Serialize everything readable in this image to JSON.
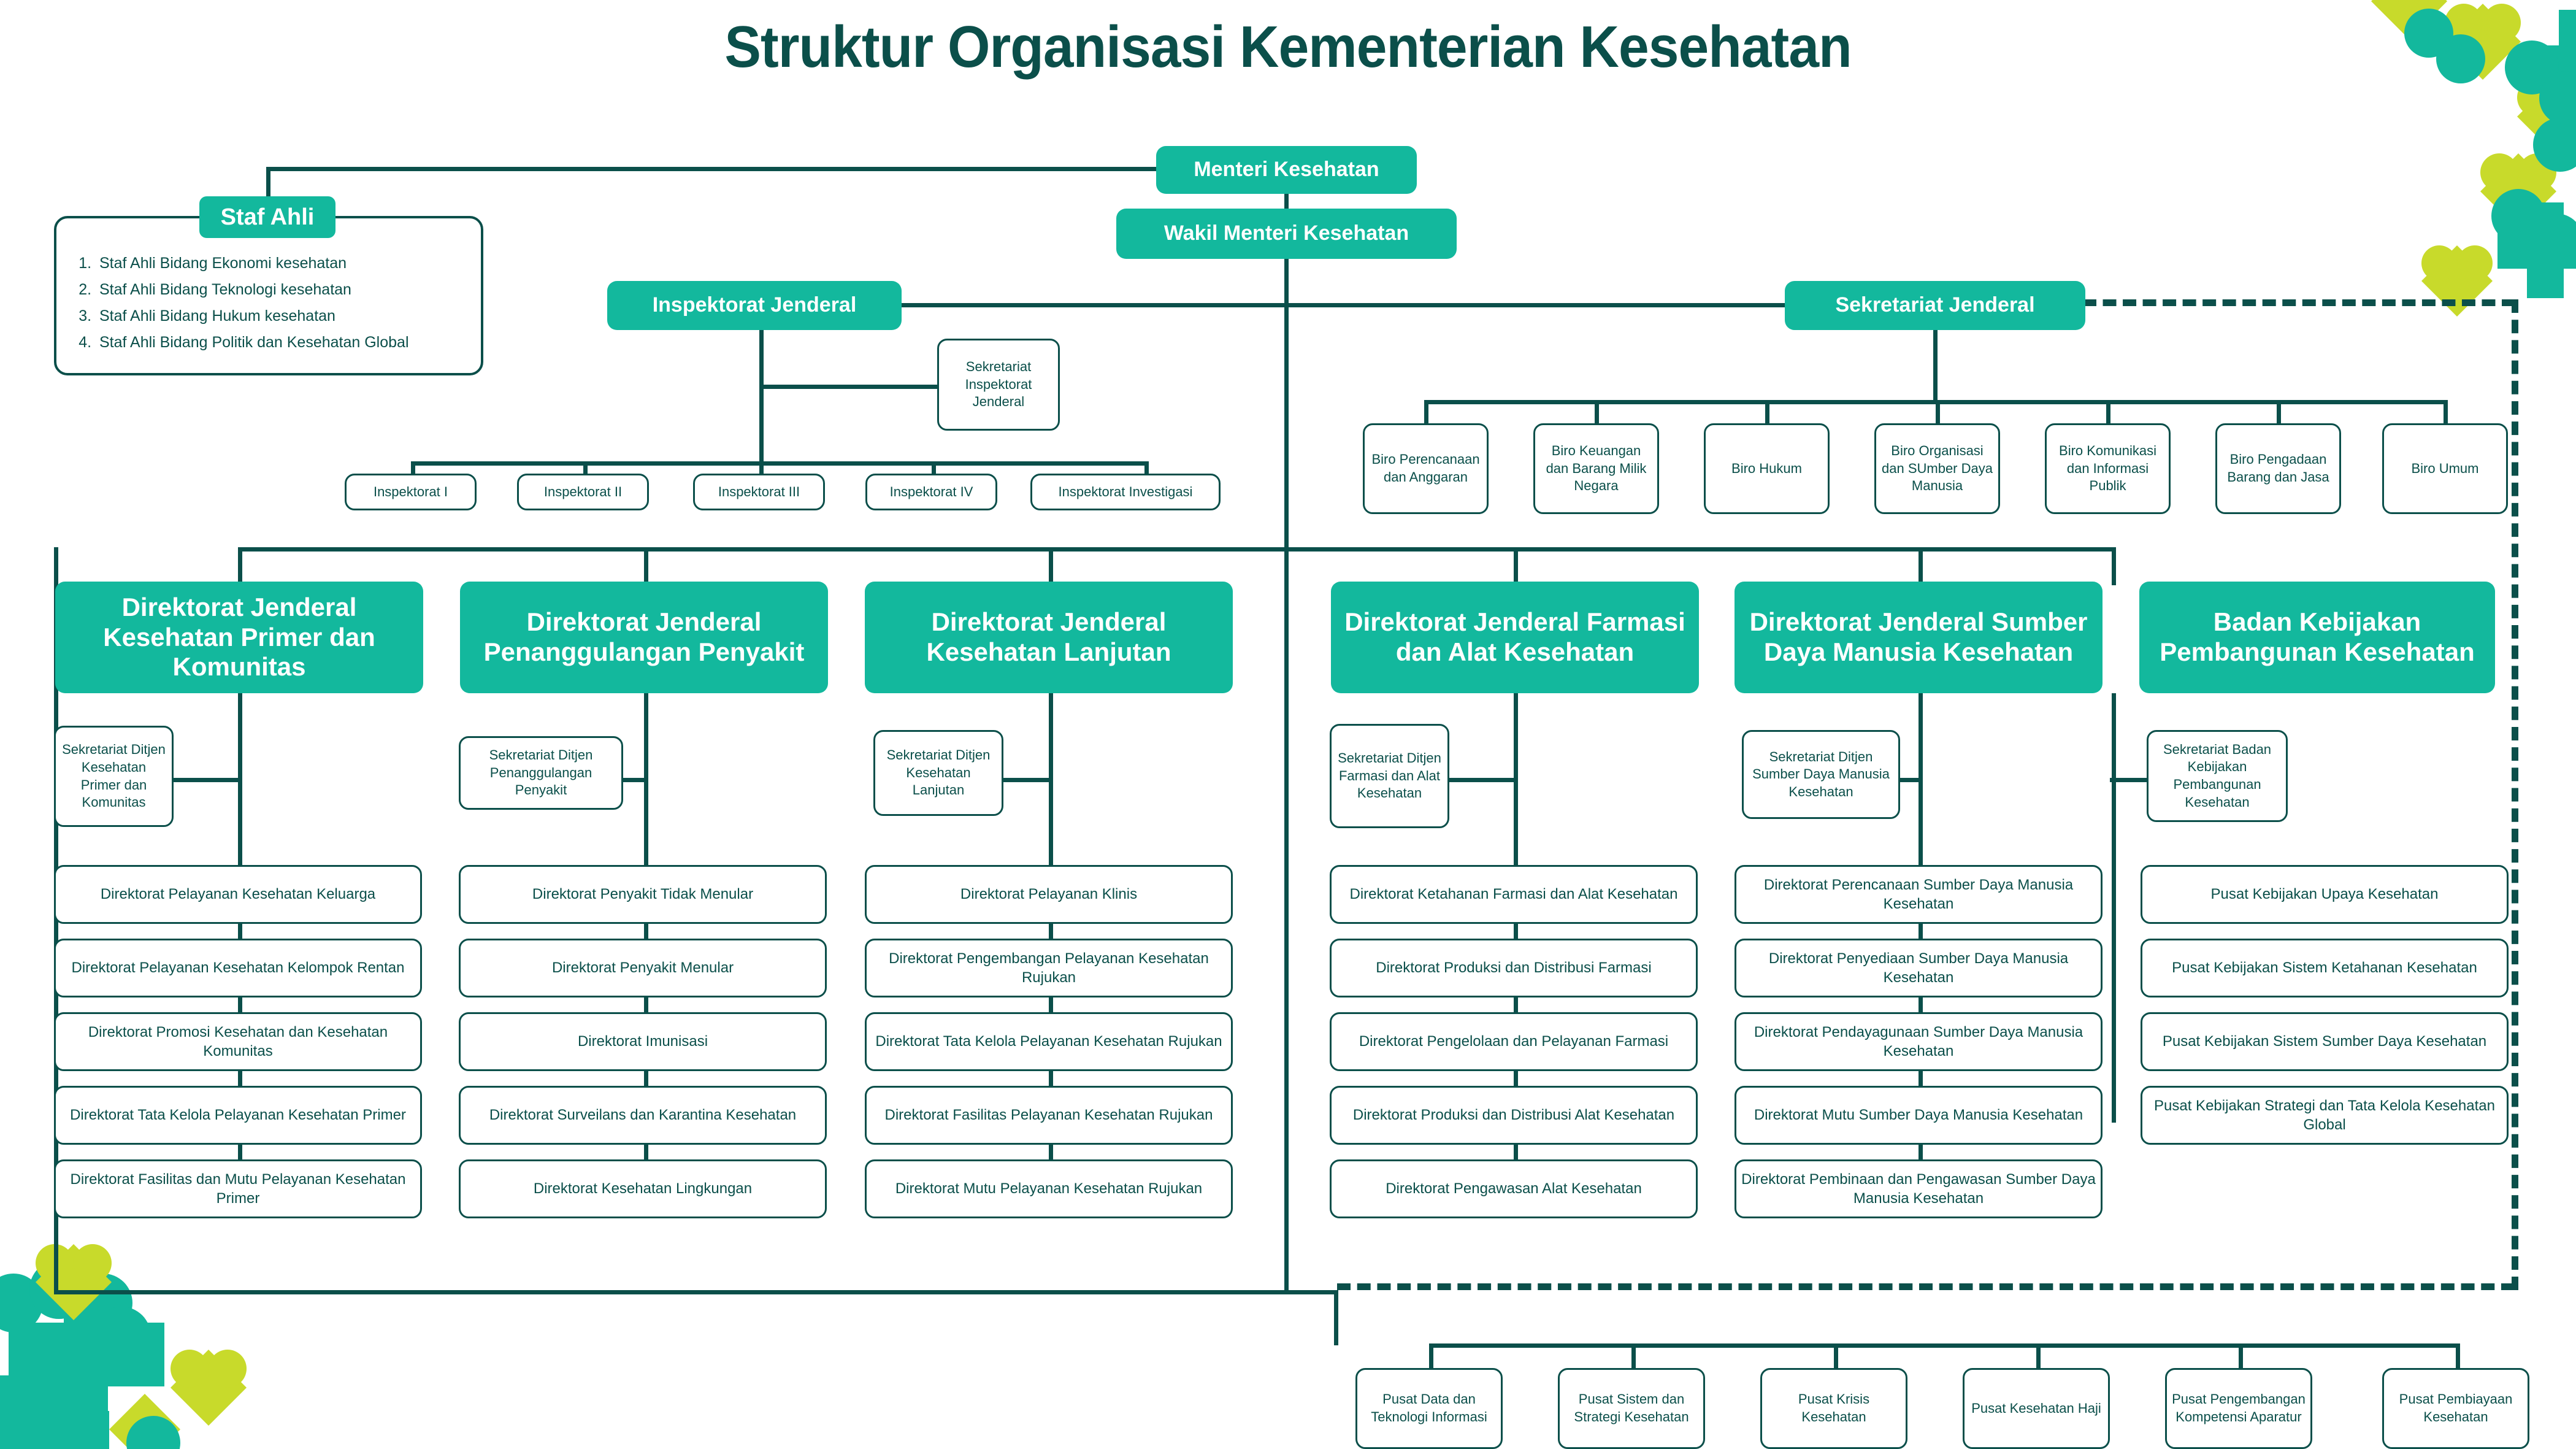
{
  "title": "Struktur Organisasi Kementerian Kesehatan",
  "colors": {
    "teal": "#13b89d",
    "dark_teal": "#0b4f4a",
    "lime": "#c8da2b",
    "white": "#ffffff"
  },
  "top": {
    "menteri": "Menteri Kesehatan",
    "wakil_menteri": "Wakil Menteri Kesehatan"
  },
  "staf_ahli": {
    "badge": "Staf Ahli",
    "items": [
      "Staf Ahli Bidang Ekonomi kesehatan",
      "Staf Ahli Bidang Teknologi kesehatan",
      "Staf Ahli Bidang Hukum kesehatan",
      "Staf Ahli Bidang Politik dan Kesehatan Global"
    ]
  },
  "inspektorat_jenderal": {
    "header": "Inspektorat Jenderal",
    "sekretariat": "Sekretariat Inspektorat Jenderal",
    "units": [
      "Inspektorat I",
      "Inspektorat II",
      "Inspektorat III",
      "Inspektorat IV",
      "Inspektorat Investigasi"
    ]
  },
  "sekretariat_jenderal": {
    "header": "Sekretariat Jenderal",
    "biro": [
      "Biro Perencanaan dan Anggaran",
      "Biro Keuangan dan Barang Milik Negara",
      "Biro Hukum",
      "Biro Organisasi dan SUmber Daya Manusia",
      "Biro Komunikasi dan Informasi Publik",
      "Biro Pengadaan Barang dan Jasa",
      "Biro Umum"
    ]
  },
  "directorates": [
    {
      "header": "Direktorat Jenderal Kesehatan Primer dan Komunitas",
      "sekretariat": "Sekretariat Ditjen Kesehatan Primer dan Komunitas",
      "units": [
        "Direktorat Pelayanan Kesehatan Keluarga",
        "Direktorat Pelayanan Kesehatan Kelompok Rentan",
        "Direktorat Promosi Kesehatan dan Kesehatan Komunitas",
        "Direktorat Tata Kelola Pelayanan Kesehatan Primer",
        "Direktorat Fasilitas dan Mutu Pelayanan Kesehatan Primer"
      ]
    },
    {
      "header": "Direktorat Jenderal Penanggulangan Penyakit",
      "sekretariat": "Sekretariat Ditjen Penanggulangan Penyakit",
      "units": [
        "Direktorat Penyakit Tidak Menular",
        "Direktorat Penyakit Menular",
        "Direktorat Imunisasi",
        "Direktorat Surveilans dan Karantina Kesehatan",
        "Direktorat Kesehatan Lingkungan"
      ]
    },
    {
      "header": "Direktorat Jenderal Kesehatan Lanjutan",
      "sekretariat": "Sekretariat Ditjen Kesehatan Lanjutan",
      "units": [
        "Direktorat Pelayanan Klinis",
        "Direktorat Pengembangan Pelayanan Kesehatan Rujukan",
        "Direktorat Tata Kelola Pelayanan Kesehatan Rujukan",
        "Direktorat Fasilitas Pelayanan Kesehatan Rujukan",
        "Direktorat Mutu Pelayanan Kesehatan Rujukan"
      ]
    },
    {
      "header": "Direktorat Jenderal Farmasi dan Alat Kesehatan",
      "sekretariat": "Sekretariat Ditjen Farmasi dan Alat Kesehatan",
      "units": [
        "Direktorat Ketahanan Farmasi dan Alat Kesehatan",
        "Direktorat Produksi dan Distribusi Farmasi",
        "Direktorat Pengelolaan dan Pelayanan Farmasi",
        "Direktorat Produksi dan Distribusi Alat Kesehatan",
        "Direktorat Pengawasan Alat Kesehatan"
      ]
    },
    {
      "header": "Direktorat Jenderal Sumber Daya Manusia Kesehatan",
      "sekretariat": "Sekretariat Ditjen Sumber Daya Manusia Kesehatan",
      "units": [
        "Direktorat Perencanaan Sumber Daya Manusia Kesehatan",
        "Direktorat Penyediaan Sumber Daya Manusia Kesehatan",
        "Direktorat Pendayagunaan Sumber Daya Manusia Kesehatan",
        "Direktorat Mutu Sumber Daya Manusia Kesehatan",
        "Direktorat Pembinaan dan Pengawasan Sumber Daya Manusia Kesehatan"
      ]
    },
    {
      "header": "Badan Kebijakan Pembangunan Kesehatan",
      "sekretariat": "Sekretariat Badan Kebijakan Pembangunan Kesehatan",
      "units": [
        "Pusat Kebijakan Upaya Kesehatan",
        "Pusat Kebijakan Sistem Ketahanan Kesehatan",
        "Pusat Kebijakan Sistem Sumber Daya Kesehatan",
        "Pusat Kebijakan Strategi dan Tata Kelola Kesehatan Global"
      ]
    }
  ],
  "pusat": [
    "Pusat Data dan Teknologi Informasi",
    "Pusat Sistem dan Strategi Kesehatan",
    "Pusat Krisis Kesehatan",
    "Pusat Kesehatan Haji",
    "Pusat Pengembangan Kompetensi Aparatur",
    "Pusat Pembiayaan Kesehatan"
  ]
}
